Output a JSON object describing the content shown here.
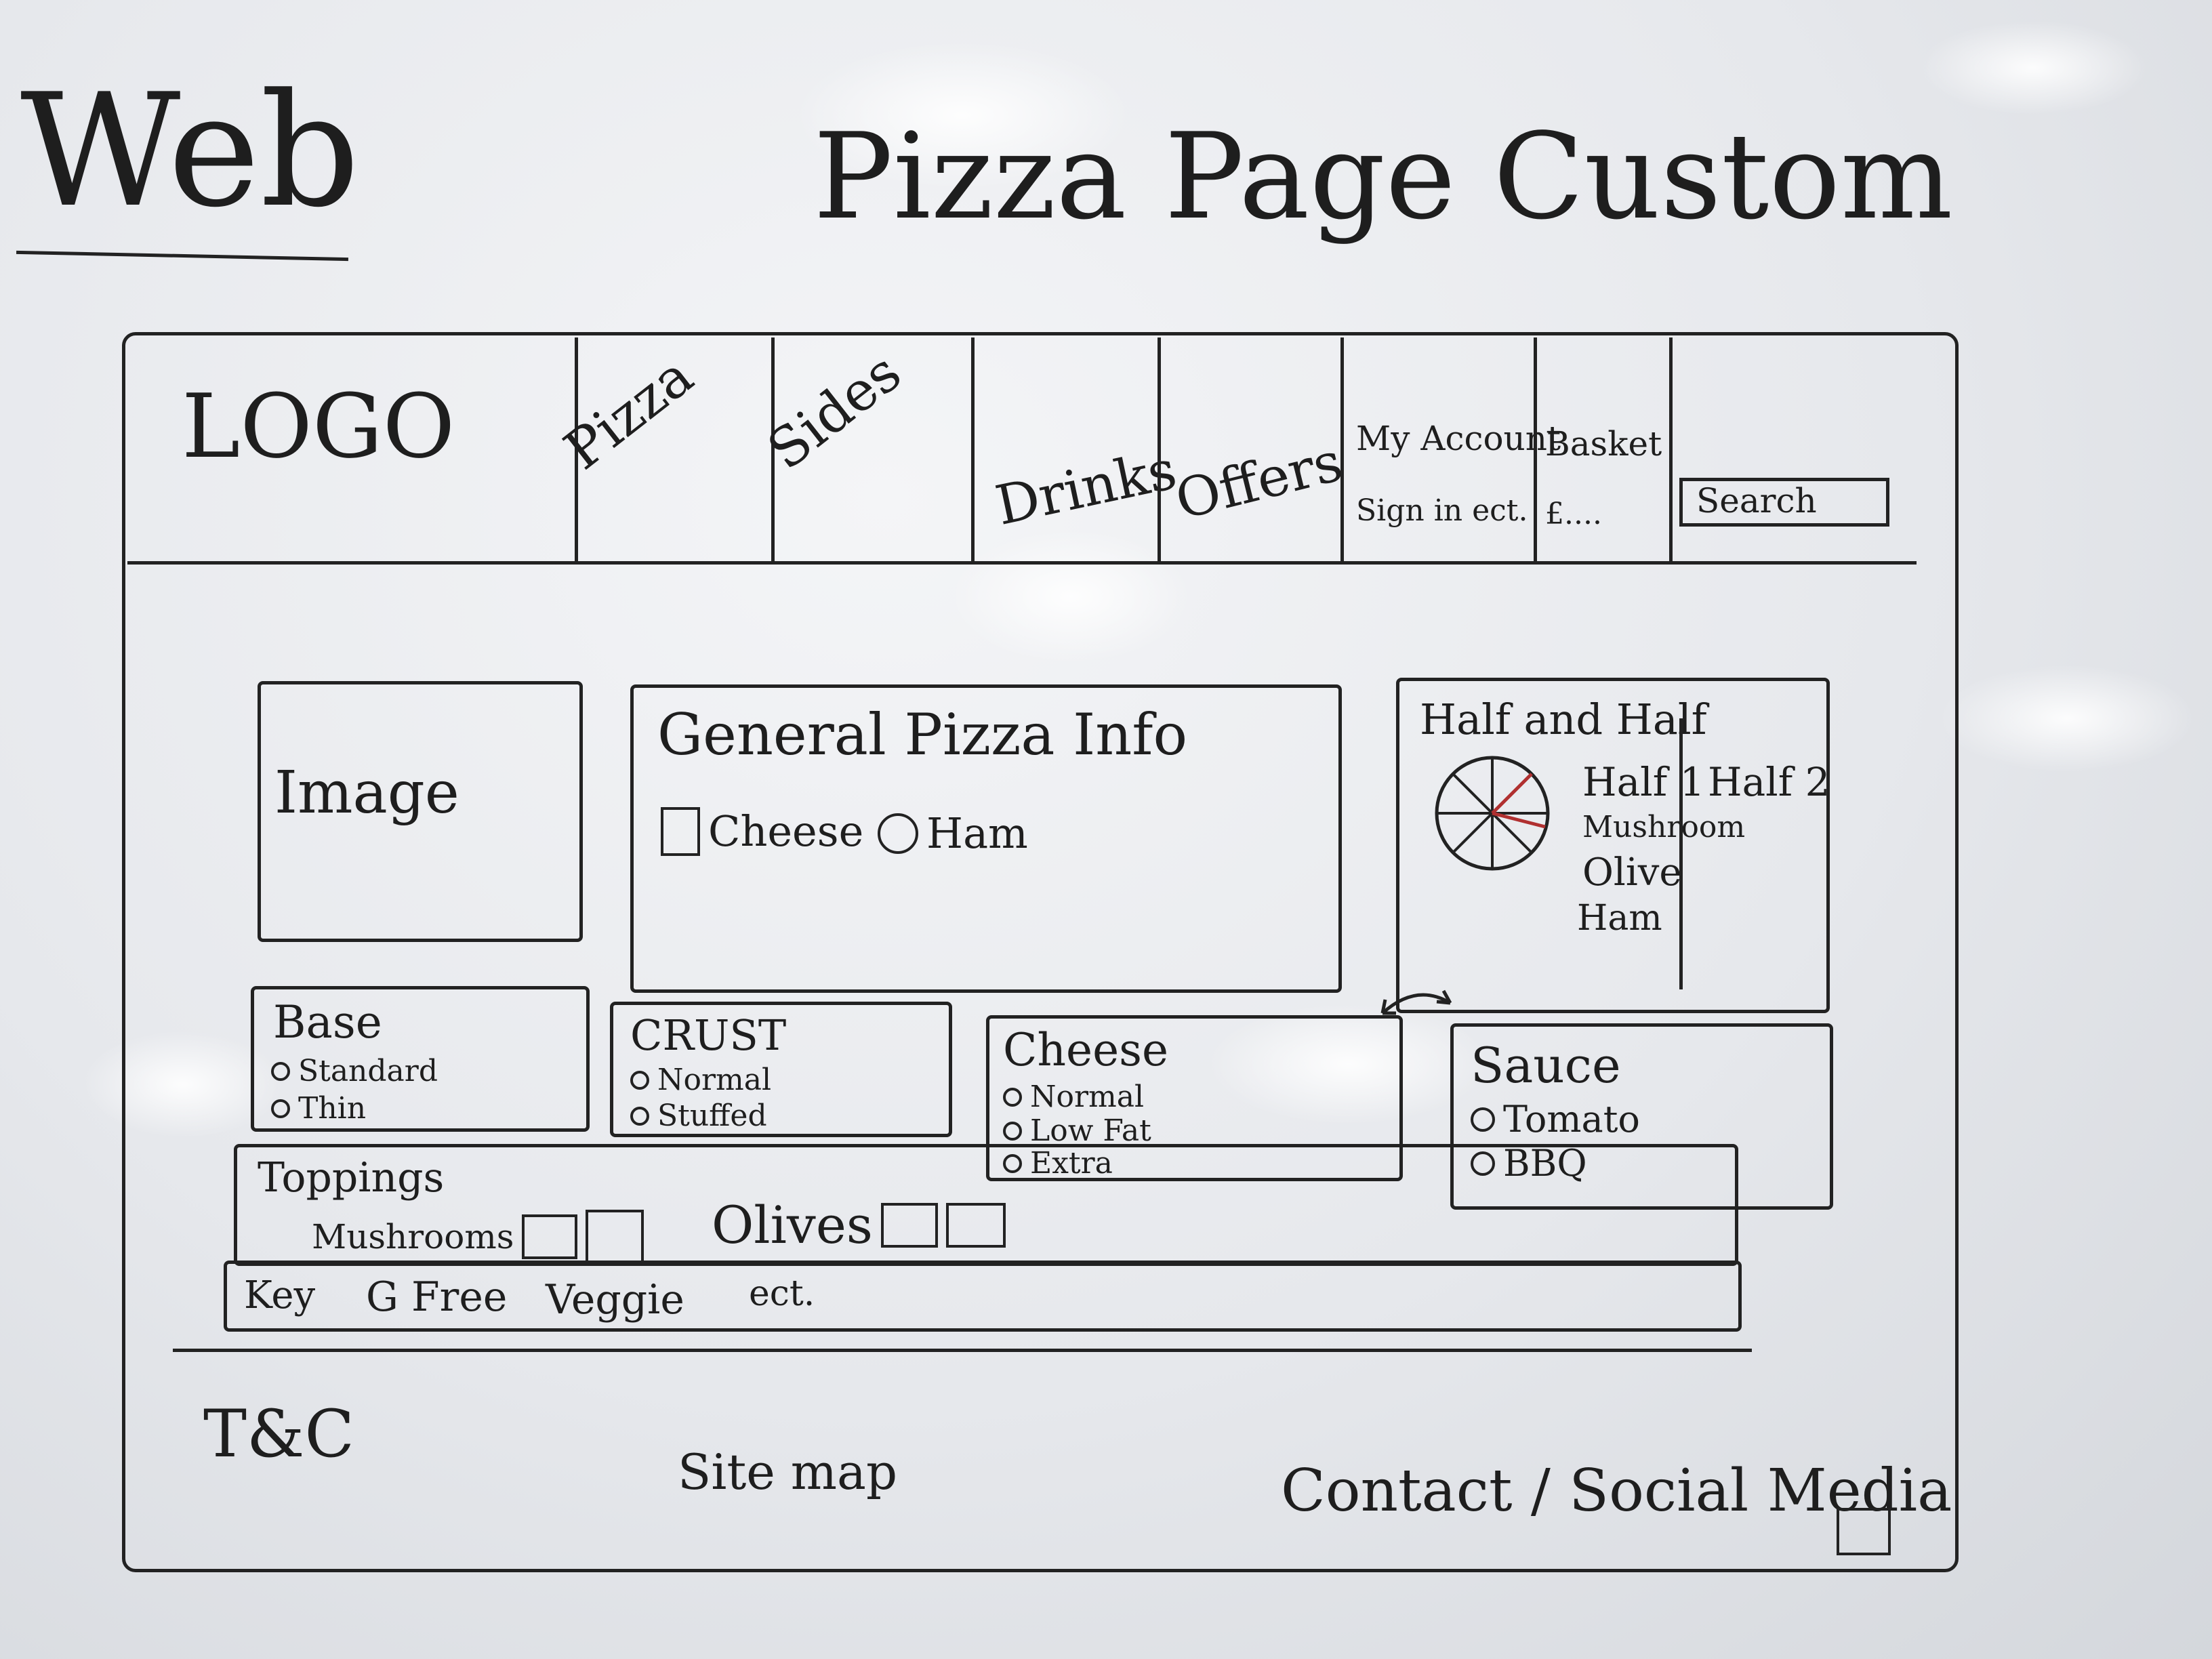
{
  "board": {
    "title": "Web",
    "page_title": "Pizza Page Custom"
  },
  "header": {
    "logo": "LOGO",
    "nav": [
      {
        "label": "Pizza"
      },
      {
        "label": "Sides"
      },
      {
        "label": "Drinks"
      },
      {
        "label": "Offers"
      }
    ],
    "account_line1": "My Account",
    "account_line2": "Sign in ect.",
    "basket_line1": "Basket",
    "basket_line2": "£....",
    "search": "Search"
  },
  "image_box": "Image",
  "general_info": {
    "title": "General Pizza Info",
    "items": [
      "Cheese",
      "Ham"
    ]
  },
  "half_and_half": {
    "title": "Half and Half",
    "half1": "Half 1",
    "half2": "Half 2",
    "half1_items": [
      "Mushroom",
      "Olive",
      "Ham"
    ]
  },
  "base": {
    "title": "Base",
    "options": [
      "Standard",
      "Thin"
    ]
  },
  "crust": {
    "title": "CRUST",
    "options": [
      "Normal",
      "Stuffed"
    ]
  },
  "cheese": {
    "title": "Cheese",
    "options": [
      "Normal",
      "Low Fat",
      "Extra"
    ]
  },
  "sauce": {
    "title": "Sauce",
    "options": [
      "Tomato",
      "BBQ"
    ]
  },
  "toppings": {
    "title": "Toppings",
    "items": [
      "Mushrooms",
      "Olives"
    ]
  },
  "key_bar": [
    "Key",
    "G Free",
    "Veggie",
    "ect."
  ],
  "footer": {
    "tc": "T&C",
    "sitemap": "Site map",
    "contact": "Contact / Social Media"
  },
  "colors": {
    "ink": "#1e1e1e",
    "pie_accent": "#b03030"
  }
}
